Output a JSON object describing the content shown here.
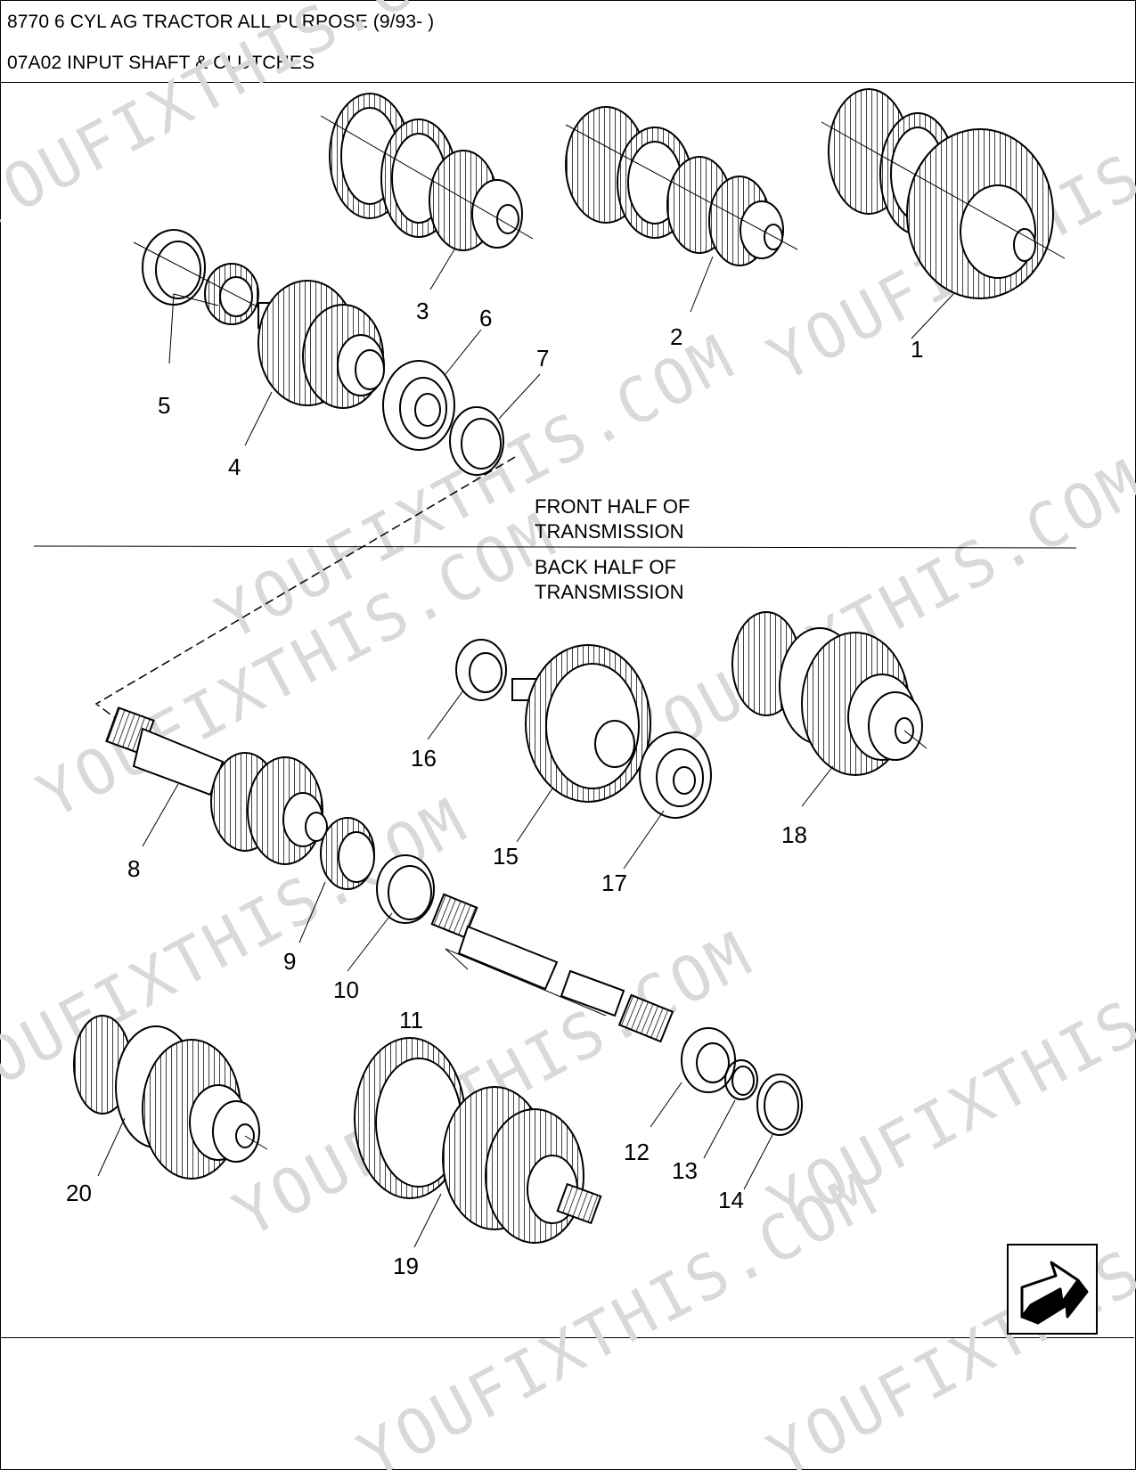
{
  "header": {
    "model_line": "8770 6 CYL AG TRACTOR ALL PURPOSE (9/93- )",
    "section_line": "07A02 INPUT SHAFT & CLUTCHES"
  },
  "diagram": {
    "front_label_line1": "FRONT HALF OF",
    "front_label_line2": "TRANSMISSION",
    "back_label_line1": "BACK HALF OF",
    "back_label_line2": "TRANSMISSION",
    "callouts": [
      "1",
      "2",
      "3",
      "4",
      "5",
      "6",
      "7",
      "8",
      "9",
      "10",
      "11",
      "12",
      "13",
      "14",
      "15",
      "16",
      "17",
      "18",
      "19",
      "20"
    ]
  },
  "watermark": "YOUFIXTHIS.COM",
  "nav": {
    "icon": "next-arrow-icon"
  }
}
